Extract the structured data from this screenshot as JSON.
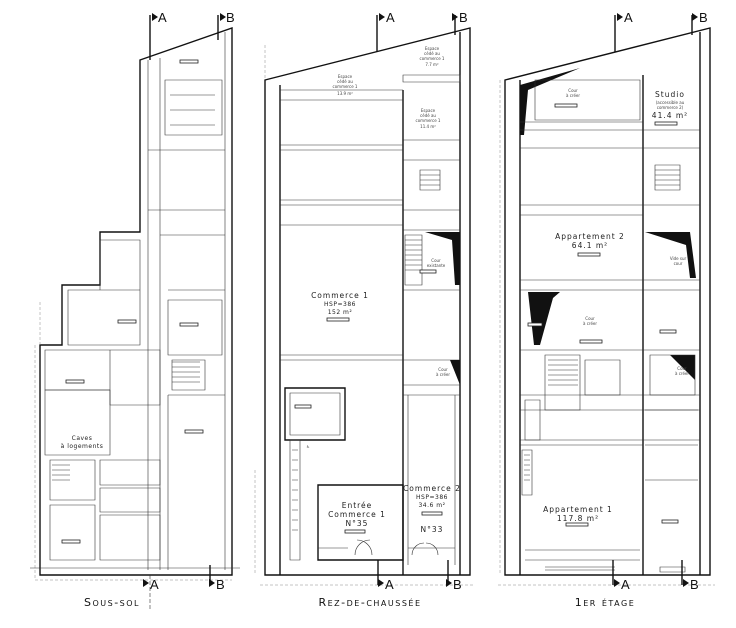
{
  "section_markers": {
    "a": "A",
    "b": "B"
  },
  "plans": [
    {
      "title": "Sous-sol",
      "rooms": [
        {
          "name": "Caves",
          "sub": "à logements"
        }
      ]
    },
    {
      "title": "Rez-de-chaussée",
      "rooms": [
        {
          "name": "Espace",
          "sub": "cédé au",
          "sub2": "commerce 1",
          "area": "7.7 m²"
        },
        {
          "name": "Espace",
          "sub": "cédé au",
          "sub2": "commerce 1",
          "area": "13.9 m²"
        },
        {
          "name": "Espace",
          "sub": "cédé au",
          "sub2": "commerce 1",
          "area": "11.4 m²"
        },
        {
          "name": "Commerce 1",
          "sub": "HSP=386",
          "area": "152 m²"
        },
        {
          "name": "Cour",
          "sub": "existante"
        },
        {
          "name": "Cour",
          "sub": "à créer"
        },
        {
          "name": "Entrée",
          "sub": "Commerce 1",
          "area": "N°35"
        },
        {
          "name": "Commerce 2",
          "sub": "HSP=386",
          "area": "34.6 m²",
          "number": "N°33"
        }
      ]
    },
    {
      "title": "1er étage",
      "rooms": [
        {
          "name": "Cour",
          "sub": "à créer"
        },
        {
          "name": "Studio",
          "sub": "(accessible au",
          "sub2": "commerce 2)",
          "area": "41.4 m²"
        },
        {
          "name": "Appartement 2",
          "area": "64.1 m²"
        },
        {
          "name": "Vide sur",
          "sub": "cour"
        },
        {
          "name": "Cour",
          "sub": "à créer"
        },
        {
          "name": "Cour",
          "sub": "à créer"
        },
        {
          "name": "Appartement 1",
          "area": "117.8 m²"
        }
      ]
    }
  ]
}
